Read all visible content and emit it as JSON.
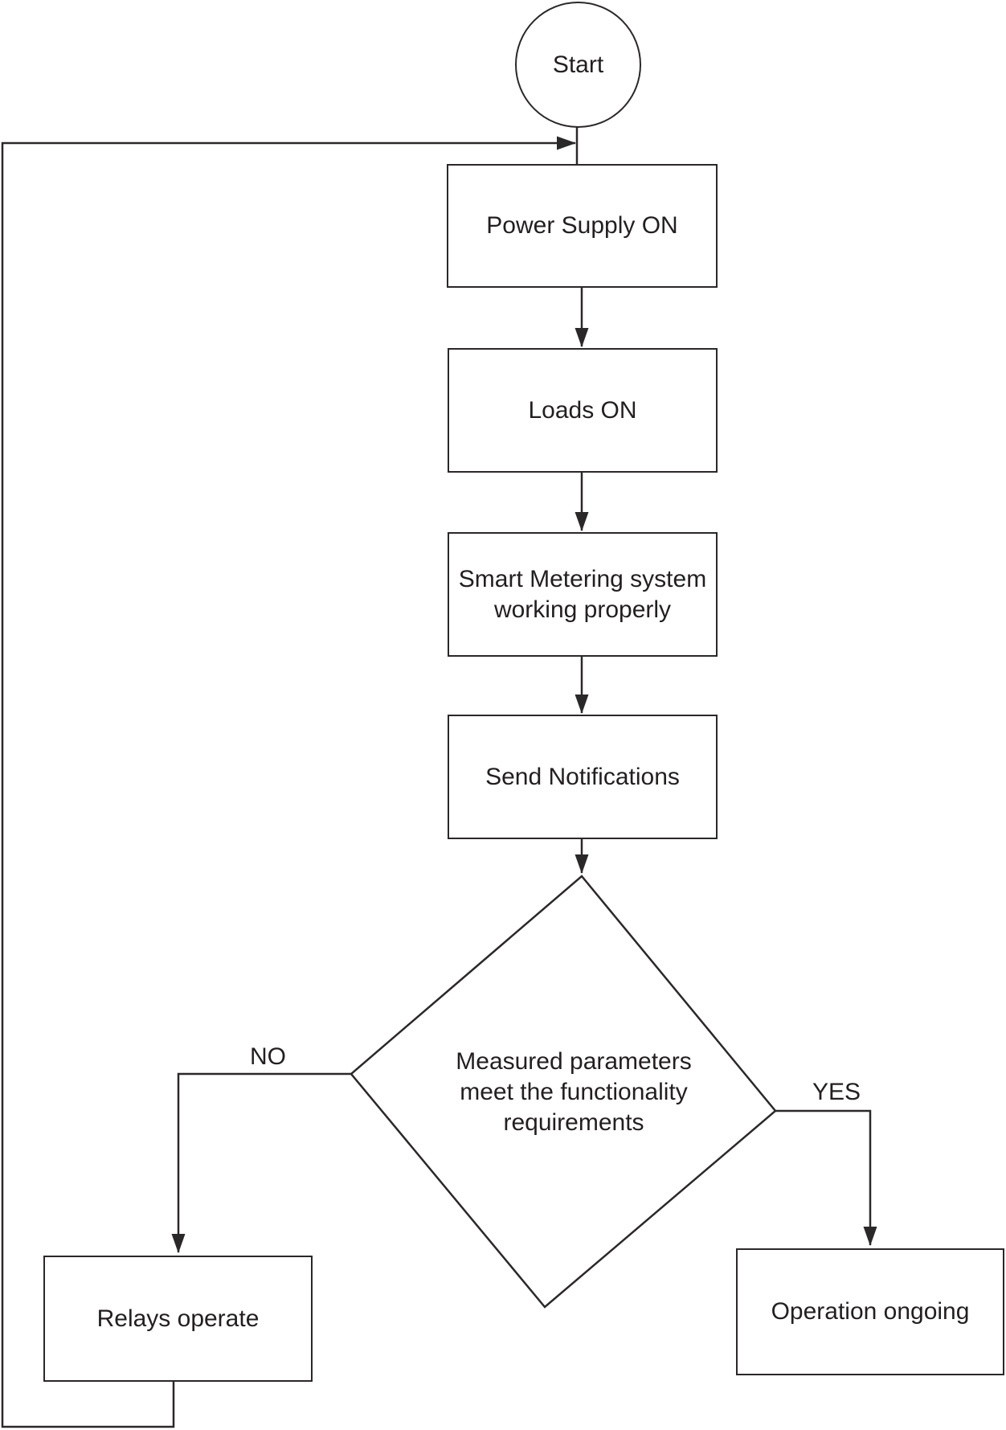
{
  "nodes": {
    "start": "Start",
    "power_supply": "Power Supply ON",
    "loads": "Loads ON",
    "smart_metering": "Smart Metering system working properly",
    "send_notifications": "Send Notifications",
    "decision": "Measured parameters meet the functionality requirements",
    "relays": "Relays operate",
    "operation": "Operation ongoing"
  },
  "edge_labels": {
    "no": "NO",
    "yes": "YES"
  },
  "colors": {
    "line": "#2b2829",
    "text": "#231f20",
    "background": "#ffffff"
  }
}
